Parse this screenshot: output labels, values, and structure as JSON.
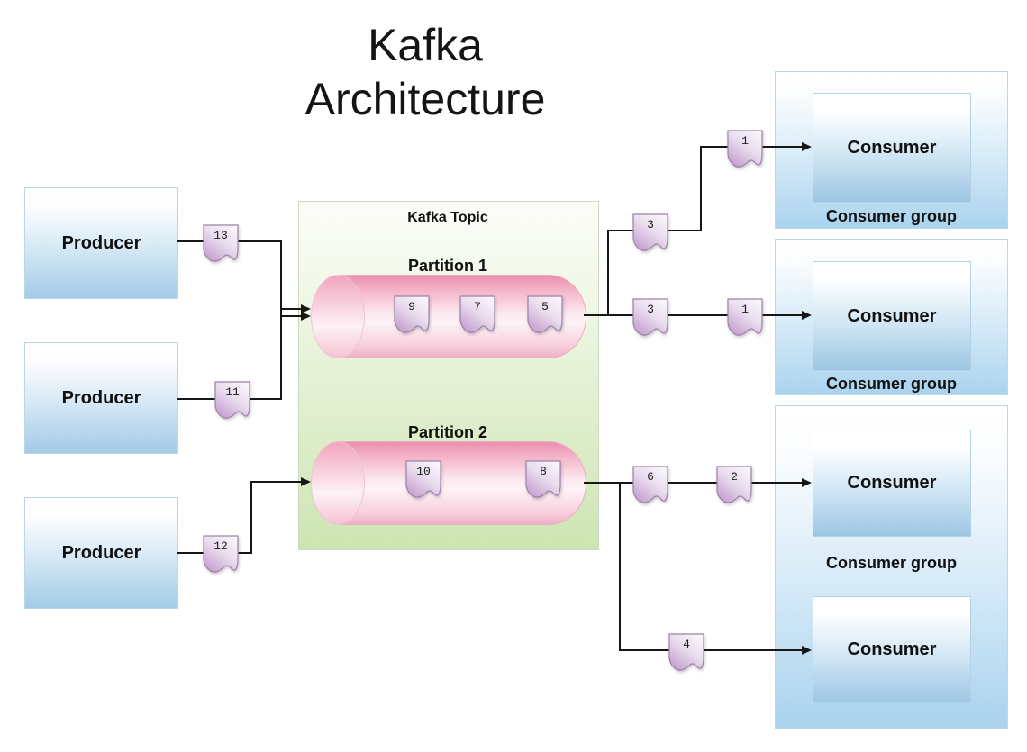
{
  "title": {
    "line1": "Kafka",
    "line2": "Architecture"
  },
  "producers": [
    {
      "label": "Producer"
    },
    {
      "label": "Producer"
    },
    {
      "label": "Producer"
    }
  ],
  "topic": {
    "label": "Kafka Topic",
    "partitions": [
      {
        "label": "Partition 1",
        "messages": [
          "9",
          "7",
          "5"
        ]
      },
      {
        "label": "Partition 2",
        "messages": [
          "10",
          "8"
        ]
      }
    ]
  },
  "consumer_groups": [
    {
      "label": "Consumer group",
      "consumers": [
        "Consumer"
      ]
    },
    {
      "label": "Consumer group",
      "consumers": [
        "Consumer"
      ]
    },
    {
      "label": "Consumer group",
      "consumers": [
        "Consumer",
        "Consumer"
      ]
    }
  ],
  "offsets": {
    "producer1_msg": "13",
    "producer2_msg": "11",
    "producer3_msg": "12",
    "p1_branch_msg": "3",
    "p1_group1_msg": "1",
    "p1_out_msg": "3",
    "p1_group2_msg": "1",
    "p2_out_msg": "6",
    "p2_group3_top_msg": "2",
    "p2_group3_bottom_msg": "4"
  },
  "colors": {
    "line": "#161616",
    "blue_fill": "#a3cbe8",
    "green_fill": "#cde5b2",
    "pink_fill": "#ec92b0",
    "purple_badge": "#c39ccd"
  }
}
